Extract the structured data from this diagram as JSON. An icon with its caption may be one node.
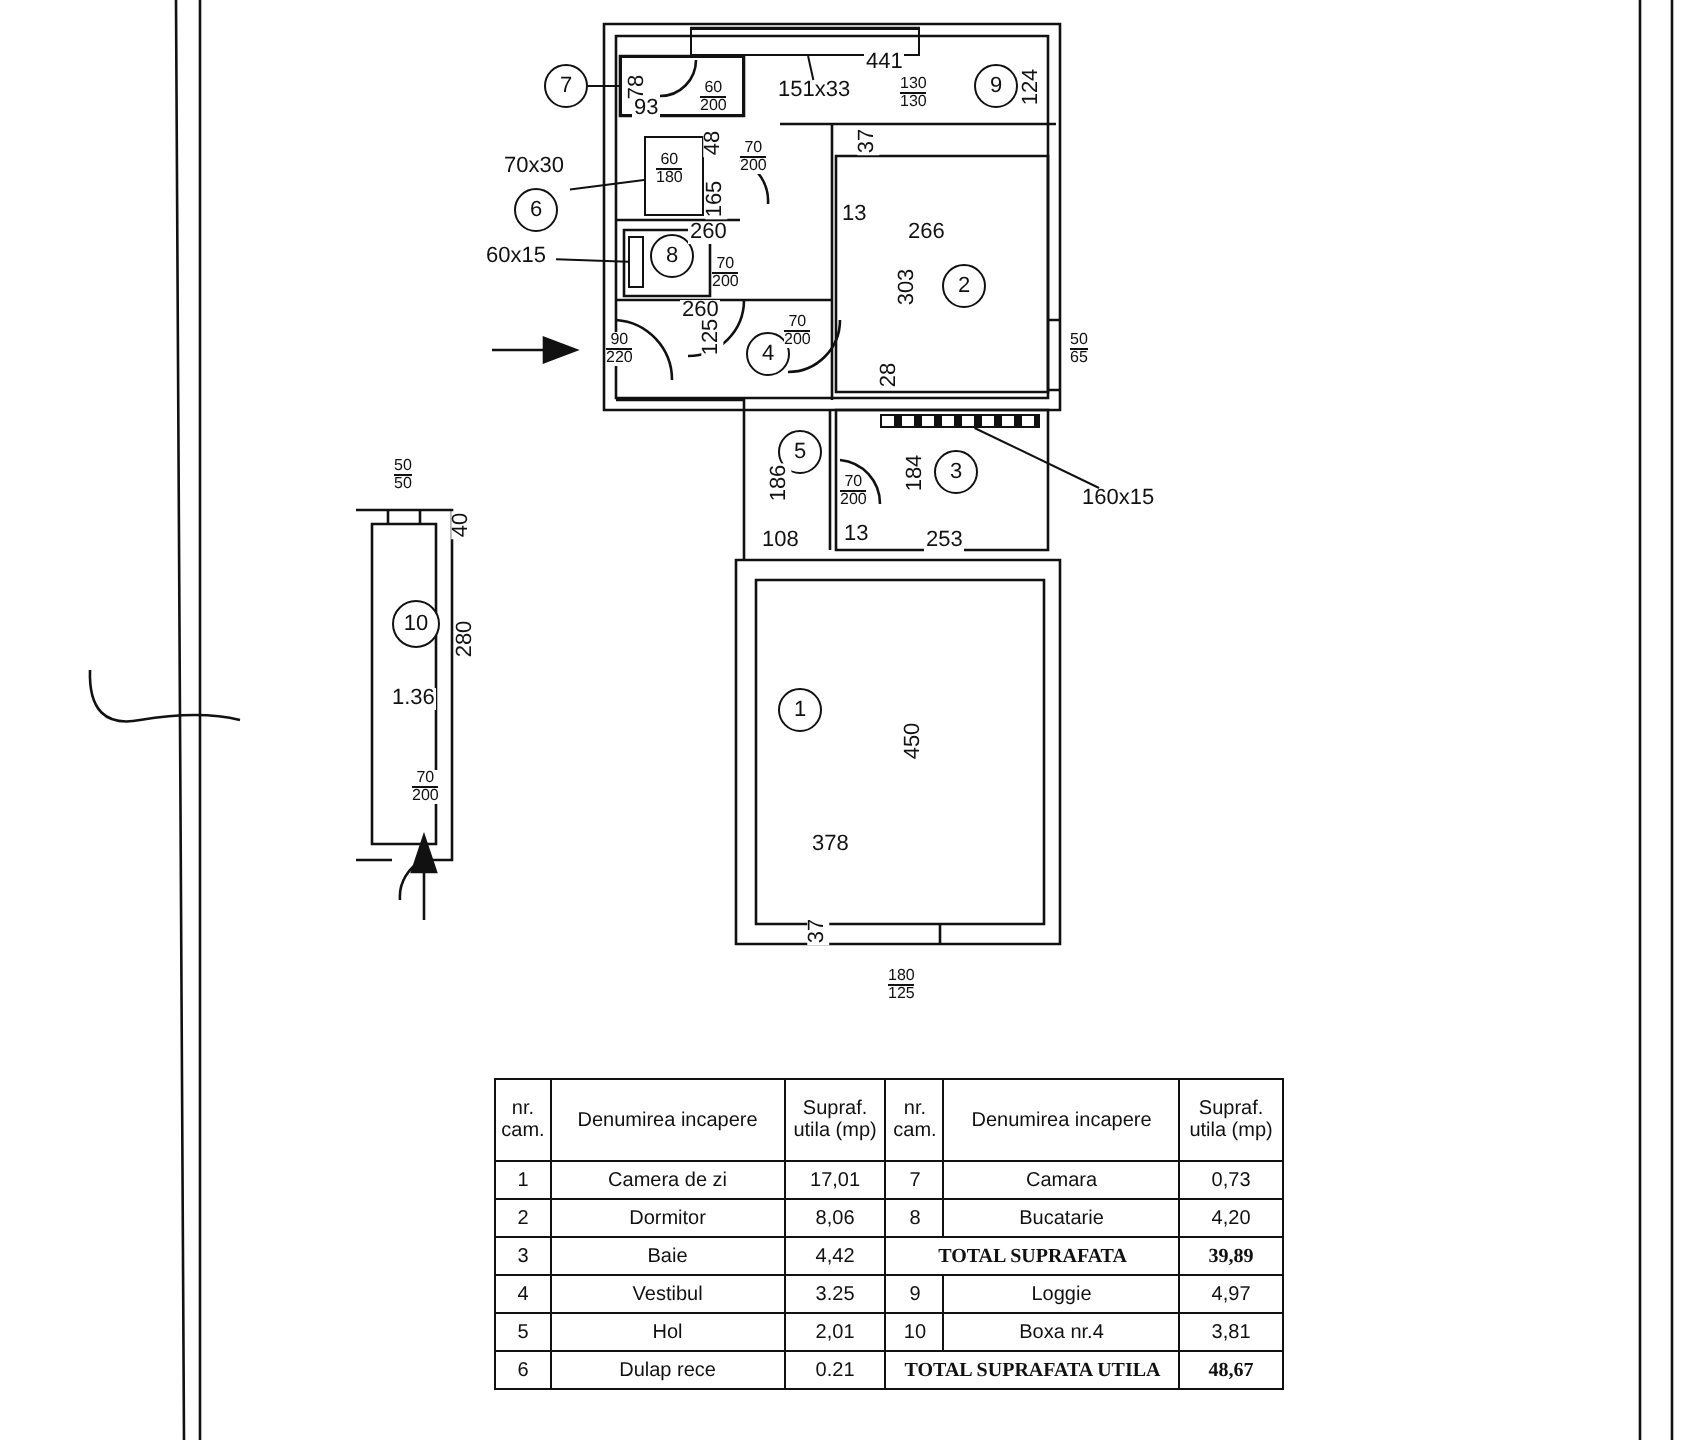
{
  "diagram": {
    "nodes": [
      {
        "text": [
          "7"
        ]
      },
      {
        "text": [],
        "shape": "box"
      },
      {
        "text": [
          "151x33"
        ]
      },
      {
        "text": [],
        "shape": "box"
      },
      {
        "text": [
          "9"
        ]
      },
      {
        "text": [
          "70x30",
          "6"
        ]
      },
      {
        "text": [],
        "shape": "box"
      },
      {
        "text": [
          "60x15"
        ]
      },
      {
        "text": [],
        "shape": "box"
      },
      {
        "text": [
          "8"
        ]
      },
      {
        "text": [
          "2"
        ]
      },
      {
        "text": [
          "4"
        ]
      },
      {
        "text": [
          "5"
        ]
      },
      {
        "text": [
          "3"
        ]
      },
      {
        "text": [],
        "shape": "bar"
      },
      {
        "text": [
          "160x15"
        ]
      },
      {
        "text": [
          "1"
        ]
      },
      {
        "text": [
          "10"
        ]
      }
    ],
    "edges": [
      {
        "from": 0,
        "to": 1,
        "arrow": "none"
      },
      {
        "from": 2,
        "to": 3,
        "arrow": "none"
      },
      {
        "from": 5,
        "to": 6,
        "arrow": "none"
      },
      {
        "from": 7,
        "to": 8,
        "arrow": "none"
      },
      {
        "from": 15,
        "to": 14,
        "arrow": "none"
      }
    ],
    "labels": [
      "441",
      "78",
      "60 200",
      "93",
      "130 130",
      "124",
      "48",
      "70 200",
      "37",
      "60 180",
      "165",
      "260",
      "13",
      "266",
      "303",
      "70 200",
      "260",
      "90 220",
      "125",
      "70 200",
      "50 65",
      "28",
      "50 50",
      "40",
      "186",
      "70 200",
      "184",
      "108",
      "13",
      "253",
      "280",
      "1.36",
      "70 200",
      "450",
      "378",
      "37",
      "180 125",
      "nr. cam.",
      "Denumirea incapere",
      "Supraf. utila (mp)",
      "nr. cam.",
      "Denumirea incapere",
      "Supraf. utila (mp)",
      "1",
      "Camera de zi",
      "17,01",
      "7",
      "Camara",
      "0,73",
      "2",
      "Dormitor",
      "8,06",
      "8",
      "Bucatarie",
      "4,20",
      "3",
      "Baie",
      "4,42",
      "TOTAL SUPRAFATA",
      "39,89",
      "4",
      "Vestibul",
      "3.25",
      "9",
      "Loggie",
      "4,97",
      "5",
      "Hol",
      "2,01",
      "10",
      "Boxa nr.4",
      "3,81",
      "6",
      "Dulap rece",
      "0.21",
      "TOTAL SUPRAFATA UTILA",
      "48,67"
    ]
  }
}
